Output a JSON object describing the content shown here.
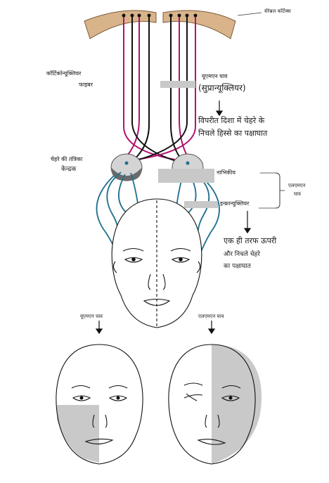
{
  "labels": {
    "cerebral_cortex": "सेरेब्रल कॉर्टेक्स",
    "corticonuclear_fiber_line1": "कॉर्टिकोन्यूक्लियर",
    "corticonuclear_fiber_line2": "फाइबर",
    "umn_lesion_small": "यूएमएन घाव",
    "supranuclear": "(सुप्रान्यूक्लियर)",
    "contralateral_line1": "विपरीत दिशा में चेहरे के",
    "contralateral_line2": "निचले हिस्से का पक्षाघात",
    "facial_nucleus_line1": "चेहरे की तंत्रिका",
    "facial_nucleus_line2": "केन्द्रक",
    "nuclear": "नाभिकीय",
    "lmn_lesion_line1": "एलएमएन",
    "lmn_lesion_line2": "घाव",
    "infranuclear": "इन्फ्रान्यूक्लियर",
    "ipsilateral_line1": "एक ही तरफ ऊपरी",
    "ipsilateral_line2": "और निचले चेहरे",
    "ipsilateral_line3": "का पक्षाघात",
    "umn_lesion_bottom": "यूएमएन घाव",
    "lmn_lesion_bottom": "एलएमएन घाव"
  },
  "colors": {
    "cortex": "#d9b48a",
    "cortex_stroke": "#7a5a3a",
    "magenta": "#b0136e",
    "black": "#111111",
    "teal": "#1f6f8f",
    "nucleus_fill": "#d4d4d4",
    "shade": "#c9c9c9"
  }
}
